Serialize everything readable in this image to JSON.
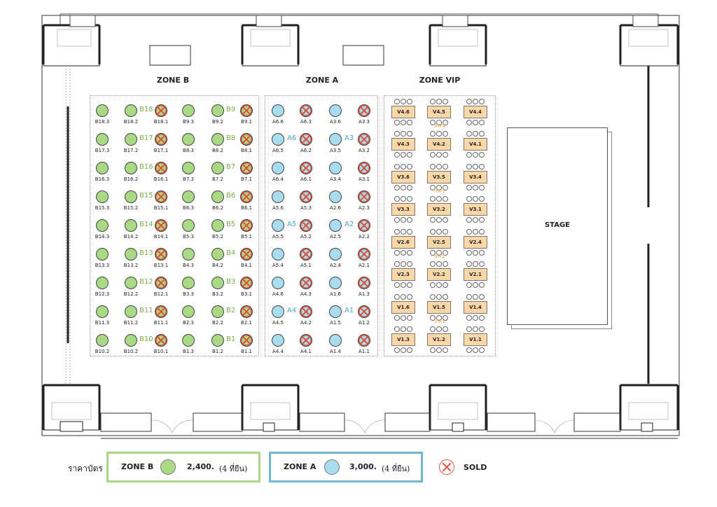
{
  "zones": {
    "zone_b_title": "ZONE B",
    "zone_a_title": "ZONE A",
    "zone_vip_title": "ZONE VIP"
  },
  "stage_label": "STAGE",
  "colors": {
    "zone_b": "#a9d985",
    "zone_a": "#a8dcee",
    "sold": "#e04f3a",
    "vip_table": "#fbd7a8"
  },
  "zone_b_tables": [
    {
      "id": "B18",
      "seats": [
        "B18.3",
        "B18.2",
        "B18.1"
      ],
      "sold": [
        false,
        false,
        true
      ]
    },
    {
      "id": "B9",
      "seats": [
        "B9.3",
        "B9.2",
        "B9.1"
      ],
      "sold": [
        false,
        false,
        true
      ]
    },
    {
      "id": "B17",
      "seats": [
        "B17.3",
        "B17.2",
        "B17.1"
      ],
      "sold": [
        false,
        false,
        true
      ]
    },
    {
      "id": "B8",
      "seats": [
        "B8.3",
        "B8.2",
        "B8.1"
      ],
      "sold": [
        false,
        false,
        true
      ]
    },
    {
      "id": "B16",
      "seats": [
        "B16.3",
        "B16.2",
        "B16.1"
      ],
      "sold": [
        false,
        false,
        true
      ]
    },
    {
      "id": "B7",
      "seats": [
        "B7.3",
        "B7.2",
        "B7.1"
      ],
      "sold": [
        false,
        false,
        true
      ]
    },
    {
      "id": "B15",
      "seats": [
        "B15.3",
        "B15.2",
        "B15.1"
      ],
      "sold": [
        false,
        false,
        true
      ]
    },
    {
      "id": "B6",
      "seats": [
        "B6.3",
        "B6.2",
        "B6.1"
      ],
      "sold": [
        false,
        false,
        true
      ]
    },
    {
      "id": "B14",
      "seats": [
        "B14.3",
        "B14.2",
        "B14.1"
      ],
      "sold": [
        false,
        false,
        true
      ]
    },
    {
      "id": "B5",
      "seats": [
        "B5.3",
        "B5.2",
        "B5.1"
      ],
      "sold": [
        false,
        false,
        true
      ]
    },
    {
      "id": "B13",
      "seats": [
        "B13.3",
        "B13.2",
        "B13.1"
      ],
      "sold": [
        false,
        false,
        true
      ]
    },
    {
      "id": "B4",
      "seats": [
        "B4.3",
        "B4.2",
        "B4.1"
      ],
      "sold": [
        false,
        false,
        true
      ]
    },
    {
      "id": "B12",
      "seats": [
        "B12.3",
        "B12.2",
        "B12.1"
      ],
      "sold": [
        false,
        false,
        true
      ]
    },
    {
      "id": "B3",
      "seats": [
        "B3.3",
        "B3.2",
        "B3.1"
      ],
      "sold": [
        false,
        false,
        true
      ]
    },
    {
      "id": "B11",
      "seats": [
        "B11.3",
        "B11.2",
        "B11.1"
      ],
      "sold": [
        false,
        false,
        true
      ]
    },
    {
      "id": "B2",
      "seats": [
        "B2.3",
        "B2.2",
        "B2.1"
      ],
      "sold": [
        false,
        false,
        true
      ]
    },
    {
      "id": "B10",
      "seats": [
        "B10.2",
        "B10.2",
        "B10.1"
      ],
      "sold": [
        false,
        false,
        true
      ]
    },
    {
      "id": "B1",
      "seats": [
        "B1.3",
        "B1.2",
        "B1.1"
      ],
      "sold": [
        false,
        false,
        true
      ]
    }
  ],
  "zone_a_tables": [
    {
      "id": "A6",
      "rows": [
        [
          "A6.6",
          "A6.3"
        ],
        [
          "A6.5",
          "A6.2"
        ],
        [
          "A6.4",
          "A6.1"
        ]
      ],
      "sold": [
        [
          false,
          true
        ],
        [
          false,
          true
        ],
        [
          false,
          true
        ]
      ]
    },
    {
      "id": "A3",
      "rows": [
        [
          "A3.6",
          "A3.3"
        ],
        [
          "A3.5",
          "A3.2"
        ],
        [
          "A3.4",
          "A3.1"
        ]
      ],
      "sold": [
        [
          false,
          true
        ],
        [
          false,
          true
        ],
        [
          false,
          true
        ]
      ]
    },
    {
      "id": "A5",
      "rows": [
        [
          "A5.6",
          "A5.3"
        ],
        [
          "A5.5",
          "A5.2"
        ],
        [
          "A5.4",
          "A5.1"
        ]
      ],
      "sold": [
        [
          false,
          true
        ],
        [
          false,
          true
        ],
        [
          false,
          true
        ]
      ]
    },
    {
      "id": "A2",
      "rows": [
        [
          "A2.6",
          "A2.3"
        ],
        [
          "A2.5",
          "A2.2"
        ],
        [
          "A2.4",
          "A2.1"
        ]
      ],
      "sold": [
        [
          false,
          true
        ],
        [
          false,
          true
        ],
        [
          false,
          true
        ]
      ]
    },
    {
      "id": "A4",
      "rows": [
        [
          "A4.6",
          "A4.3"
        ],
        [
          "A4.5",
          "A4.2"
        ],
        [
          "A4.4",
          "A4.1"
        ]
      ],
      "sold": [
        [
          false,
          true
        ],
        [
          false,
          true
        ],
        [
          false,
          true
        ]
      ]
    },
    {
      "id": "A1",
      "rows": [
        [
          "A1.6",
          "A1.3"
        ],
        [
          "A1.5",
          "A1.2"
        ],
        [
          "A1.4",
          "A1.1"
        ]
      ],
      "sold": [
        [
          false,
          true
        ],
        [
          false,
          true
        ],
        [
          false,
          true
        ]
      ]
    }
  ],
  "vip_groups": [
    {
      "id": "VIP4",
      "rows": [
        [
          "V4.6",
          "V4.5",
          "V4.4"
        ],
        [
          "V4.3",
          "V4.2",
          "V4.1"
        ]
      ]
    },
    {
      "id": "VIP3",
      "rows": [
        [
          "V3.6",
          "V3.5",
          "V3.4"
        ],
        [
          "V3.3",
          "V3.2",
          "V3.1"
        ]
      ]
    },
    {
      "id": "VIP2",
      "rows": [
        [
          "V2.6",
          "V2.5",
          "V2.4"
        ],
        [
          "V2.3",
          "V2.2",
          "V2.1"
        ]
      ]
    },
    {
      "id": "VIP1",
      "rows": [
        [
          "V1.6",
          "V1.5",
          "V1.4"
        ],
        [
          "V1.3",
          "V1.2",
          "V1.1"
        ]
      ]
    }
  ],
  "legend": {
    "caption": "ราคาบัตร",
    "zone_b_label": "ZONE B",
    "zone_b_price": "2,400.",
    "zone_b_unit": "(4 ที่ยืน)",
    "zone_a_label": "ZONE A",
    "zone_a_price": "3,000.",
    "zone_a_unit": "(4 ที่ยืน)",
    "sold_label": "SOLD"
  }
}
